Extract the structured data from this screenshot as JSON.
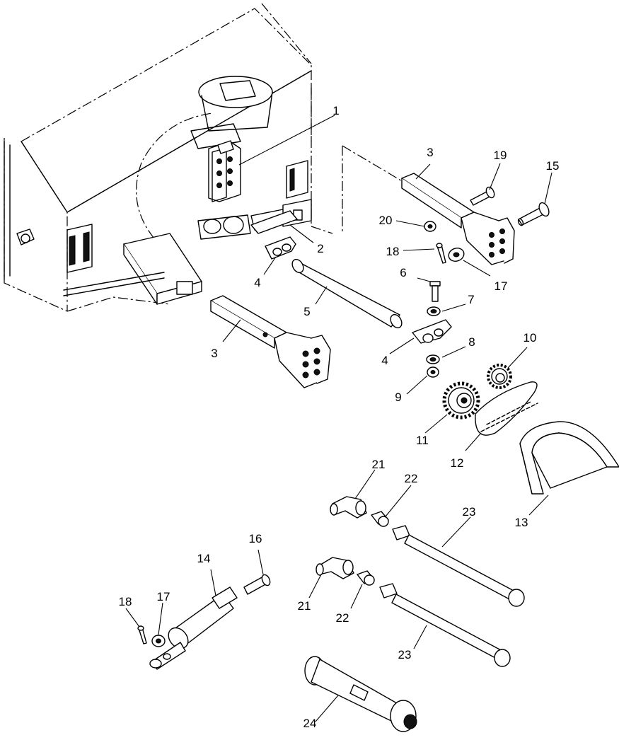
{
  "callouts": [
    {
      "id": "c1",
      "text": "1"
    },
    {
      "id": "c2",
      "text": "2"
    },
    {
      "id": "c3a",
      "text": "3"
    },
    {
      "id": "c3b",
      "text": "3"
    },
    {
      "id": "c4a",
      "text": "4"
    },
    {
      "id": "c4b",
      "text": "4"
    },
    {
      "id": "c5",
      "text": "5"
    },
    {
      "id": "c6",
      "text": "6"
    },
    {
      "id": "c7",
      "text": "7"
    },
    {
      "id": "c8",
      "text": "8"
    },
    {
      "id": "c9",
      "text": "9"
    },
    {
      "id": "c10",
      "text": "10"
    },
    {
      "id": "c11",
      "text": "11"
    },
    {
      "id": "c12",
      "text": "12"
    },
    {
      "id": "c13",
      "text": "13"
    },
    {
      "id": "c14",
      "text": "14"
    },
    {
      "id": "c15",
      "text": "15"
    },
    {
      "id": "c16",
      "text": "16"
    },
    {
      "id": "c17a",
      "text": "17"
    },
    {
      "id": "c17b",
      "text": "17"
    },
    {
      "id": "c18a",
      "text": "18"
    },
    {
      "id": "c18b",
      "text": "18"
    },
    {
      "id": "c19",
      "text": "19"
    },
    {
      "id": "c20",
      "text": "20"
    },
    {
      "id": "c21a",
      "text": "21"
    },
    {
      "id": "c21b",
      "text": "21"
    },
    {
      "id": "c22a",
      "text": "22"
    },
    {
      "id": "c22b",
      "text": "22"
    },
    {
      "id": "c23a",
      "text": "23"
    },
    {
      "id": "c23b",
      "text": "23"
    },
    {
      "id": "c24",
      "text": "24"
    }
  ]
}
